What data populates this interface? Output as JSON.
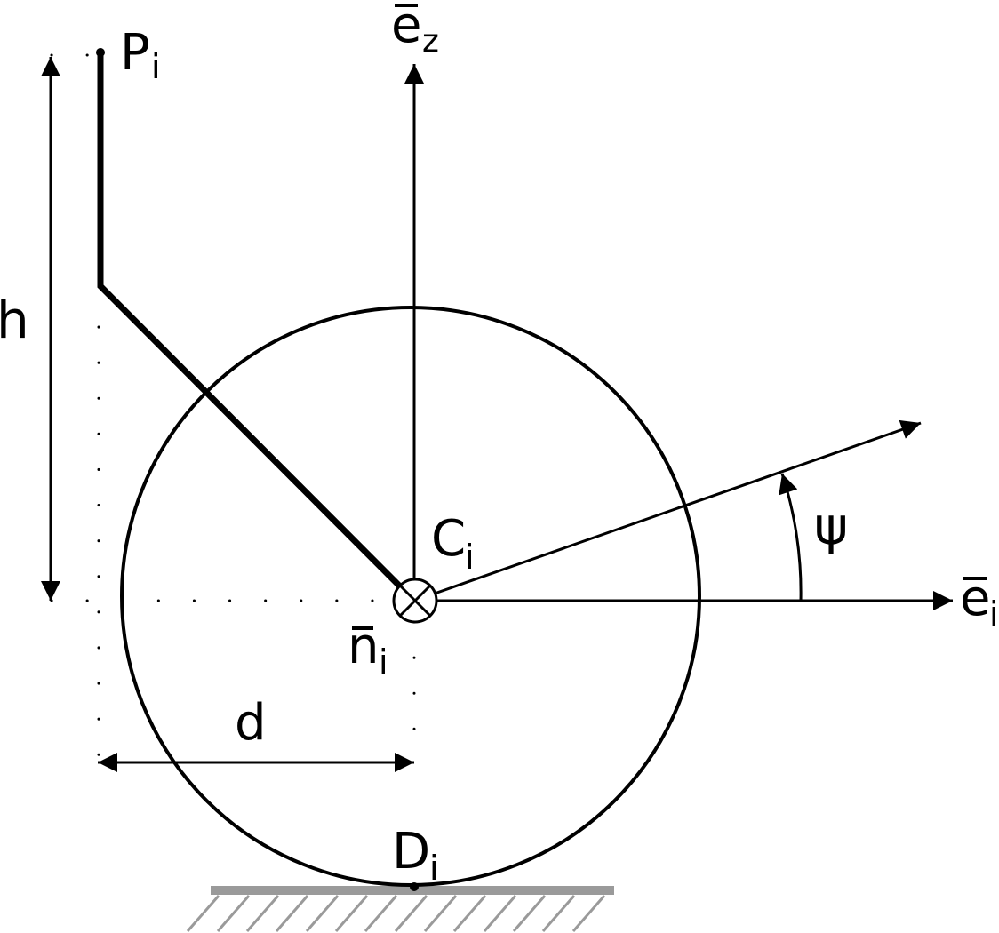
{
  "labels": {
    "point_p": "P",
    "point_p_sub": "i",
    "axis_z": "e",
    "axis_z_sub": "z",
    "height": "h",
    "center": "C",
    "center_sub": "i",
    "angle": "ψ",
    "axis_i": "e",
    "axis_i_sub": "i",
    "normal": "n",
    "normal_sub": "i",
    "distance": "d",
    "contact": "D",
    "contact_sub": "i"
  },
  "colors": {
    "ink": "#000000",
    "ground": "#9a9a9a"
  }
}
